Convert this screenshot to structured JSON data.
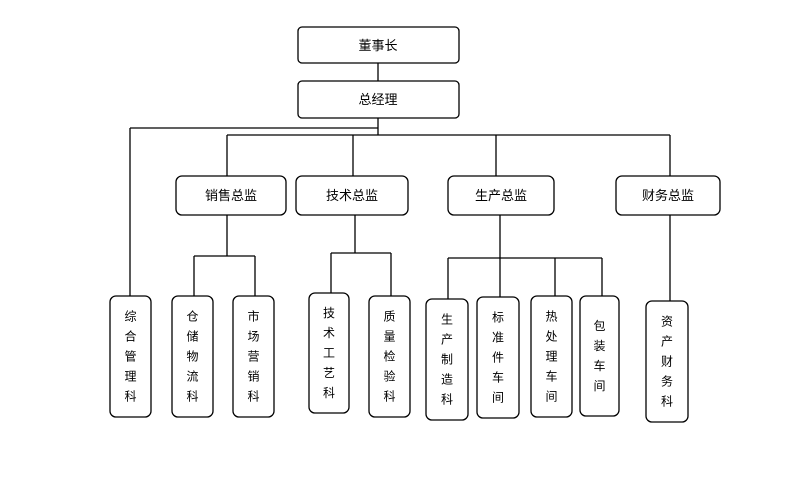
{
  "org_chart": {
    "root": "董事长",
    "general_manager": "总经理",
    "directors": [
      "销售总监",
      "技术总监",
      "生产总监",
      "财务总监"
    ],
    "departments": [
      "综合管理科",
      "仓储物流科",
      "市场营销科",
      "技术工艺科",
      "质量检验科",
      "生产制造科",
      "标准件车间",
      "热处理车间",
      "包装车间",
      "资产财务科"
    ]
  }
}
